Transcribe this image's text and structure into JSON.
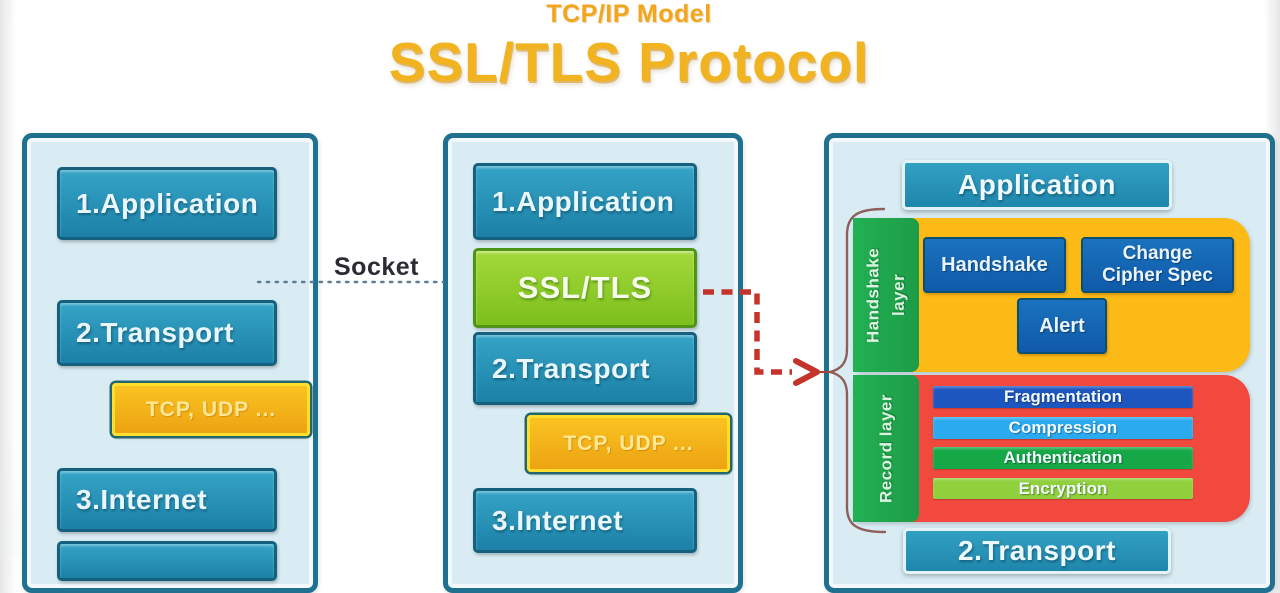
{
  "title": {
    "model": "TCP/IP Model",
    "main": "SSL/TLS Protocol"
  },
  "socket": {
    "label": "Socket"
  },
  "left_stack": {
    "application": "1.Application",
    "transport": "2.Transport",
    "protocols": "TCP, UDP ...",
    "internet": "3.Internet"
  },
  "middle_stack": {
    "application": "1.Application",
    "ssl": "SSL/TLS",
    "transport": "2.Transport",
    "protocols": "TCP, UDP ...",
    "internet": "3.Internet"
  },
  "right_stack": {
    "application": "Application",
    "handshake_layer": {
      "label": "Handshake layer",
      "handshake": "Handshake",
      "change_cipher_spec": "Change Cipher Spec",
      "alert": "Alert"
    },
    "record_layer": {
      "label": "Record layer",
      "fragmentation": "Fragmentation",
      "compression": "Compression",
      "authentication": "Authentication",
      "encryption": "Encryption"
    },
    "transport": "2.Transport"
  },
  "colors": {
    "title_orange": "#f2a51f",
    "title_gold": "#f2b320",
    "panel_fill": "#d9ecf4",
    "panel_border": "#20708f",
    "layer_teal": "#2196be",
    "protocol_gold": "#f3b01a",
    "ssl_green": "#8cc92c",
    "handshake_yellow": "#fcba16",
    "record_red": "#f1493e",
    "layer_strip_green": "#1ea94d",
    "sub_protocol_blue": "#1566b4",
    "fragmentation_blue": "#1e56c0",
    "compression_blue": "#2baaf0",
    "authentication_green": "#16a847",
    "encryption_green": "#8fd03c",
    "arrow_red": "#c5332b"
  }
}
